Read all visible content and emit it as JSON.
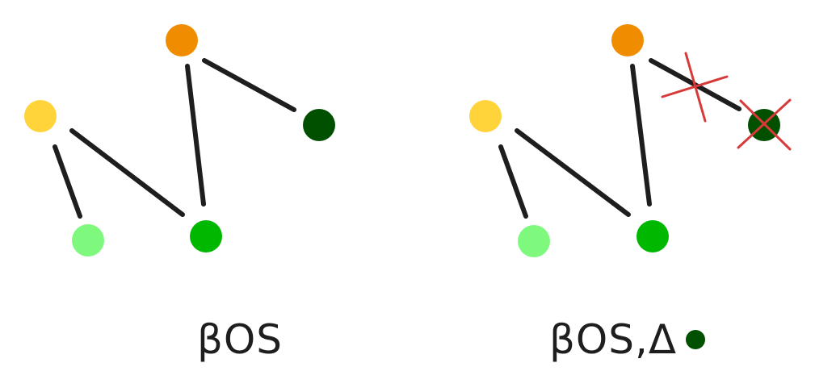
{
  "colors": {
    "orange": "#F08C00",
    "yellow": "#FFD43B",
    "light_green": "#7EF97E",
    "green": "#00B800",
    "dark_green": "#005000",
    "edge": "#1E1E1E",
    "removal_mark": "#D63A3A"
  },
  "left_graph": {
    "caption": "βOS",
    "nodes": [
      {
        "id": "orange",
        "color": "orange"
      },
      {
        "id": "yellow",
        "color": "yellow"
      },
      {
        "id": "dark-green",
        "color": "dark_green"
      },
      {
        "id": "light-green",
        "color": "light_green"
      },
      {
        "id": "green",
        "color": "green"
      }
    ],
    "edges": [
      [
        "orange",
        "dark-green"
      ],
      [
        "orange",
        "green"
      ],
      [
        "yellow",
        "light-green"
      ],
      [
        "yellow",
        "green"
      ]
    ]
  },
  "right_graph": {
    "caption": "βOS,Δ",
    "caption_dot_color": "dark_green",
    "nodes": [
      {
        "id": "orange",
        "color": "orange"
      },
      {
        "id": "yellow",
        "color": "yellow"
      },
      {
        "id": "dark-green",
        "color": "dark_green",
        "removed": true
      },
      {
        "id": "light-green",
        "color": "light_green"
      },
      {
        "id": "green",
        "color": "green"
      }
    ],
    "edges": [
      {
        "from": "orange",
        "to": "dark-green",
        "removed": true
      },
      {
        "from": "orange",
        "to": "green"
      },
      {
        "from": "yellow",
        "to": "light-green"
      },
      {
        "from": "yellow",
        "to": "green"
      }
    ]
  }
}
